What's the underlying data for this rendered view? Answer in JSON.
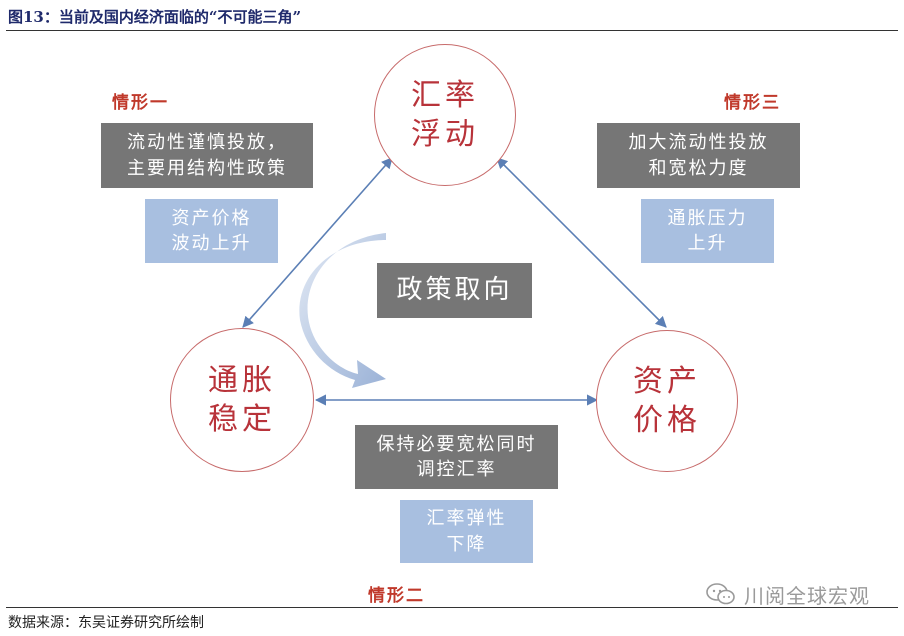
{
  "title": "图13：当前及国内经济面临的“不可能三角”",
  "source": "数据来源：东吴证券研究所绘制",
  "watermark": "川阅全球宏观",
  "nodes": {
    "exchange_rate": "汇率\n浮动",
    "inflation": "通胀\n稳定",
    "asset_price": "资产\n价格"
  },
  "center_label": "政策取向",
  "scenarios": {
    "one": {
      "name": "情形一",
      "policy": "流动性谨慎投放，\n主要用结构性政策",
      "effect": "资产价格\n波动上升"
    },
    "two": {
      "name": "情形二",
      "policy": "保持必要宽松同时\n调控汇率",
      "effect": "汇率弹性\n下降"
    },
    "three": {
      "name": "情形三",
      "policy": "加大流动性投放\n和宽松力度",
      "effect": "通胀压力\n上升"
    }
  },
  "colors": {
    "circle_border": "#c76b6b",
    "circle_text": "#b8333a",
    "arrow": "#5b7fb5",
    "dark_box": "#767676",
    "light_box": "#a8bfe0",
    "scenario_label": "#c0392b",
    "title": "#1f2a6b"
  }
}
